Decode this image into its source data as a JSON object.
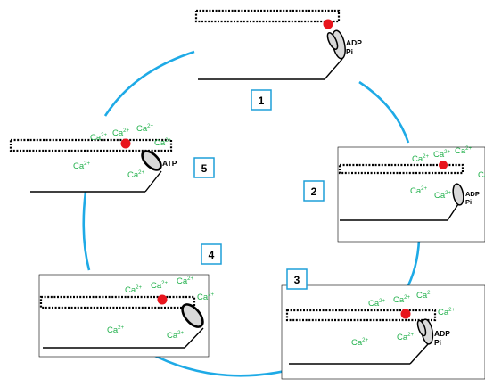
{
  "ca_label": "Ca",
  "ca_sup": "2+",
  "states": [
    {
      "step": "1",
      "nucleotide_lines": [
        "ADP",
        "Pi"
      ]
    },
    {
      "step": "2",
      "nucleotide_lines": [
        "ADP",
        "Pi"
      ]
    },
    {
      "step": "3",
      "nucleotide_lines": [
        "ADP",
        "Pi"
      ]
    },
    {
      "step": "4",
      "nucleotide_lines": []
    },
    {
      "step": "5",
      "nucleotide_lines": [
        "ATP"
      ]
    }
  ],
  "colors": {
    "cycle": "#1eaae6",
    "calcium": "#22b14c",
    "tropomyosin_marker": "#e8141c",
    "step_box_border": "#1e9fd8"
  }
}
